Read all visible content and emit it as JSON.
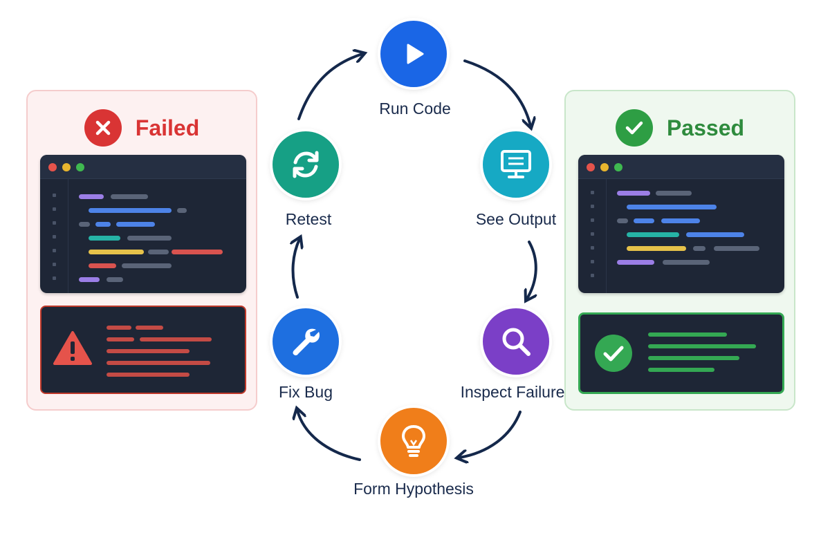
{
  "panels": {
    "failed": {
      "title": "Failed",
      "color": "#d93434"
    },
    "passed": {
      "title": "Passed",
      "color": "#2e8b3d"
    }
  },
  "cycle": {
    "steps": [
      {
        "id": "run_code",
        "label": "Run Code",
        "icon": "play-icon",
        "color": "#1a66e6"
      },
      {
        "id": "see_output",
        "label": "See Output",
        "icon": "monitor-icon",
        "color": "#16a9c4"
      },
      {
        "id": "inspect_failure",
        "label": "Inspect Failure",
        "icon": "magnifier-icon",
        "color": "#7b3fc7"
      },
      {
        "id": "form_hypothesis",
        "label": "Form Hypothesis",
        "icon": "lightbulb-icon",
        "color": "#f07e1a"
      },
      {
        "id": "fix_bug",
        "label": "Fix Bug",
        "icon": "wrench-icon",
        "color": "#1e6fe0"
      },
      {
        "id": "retest",
        "label": "Retest",
        "icon": "refresh-icon",
        "color": "#16a085"
      }
    ],
    "arrow_color": "#14284b"
  }
}
